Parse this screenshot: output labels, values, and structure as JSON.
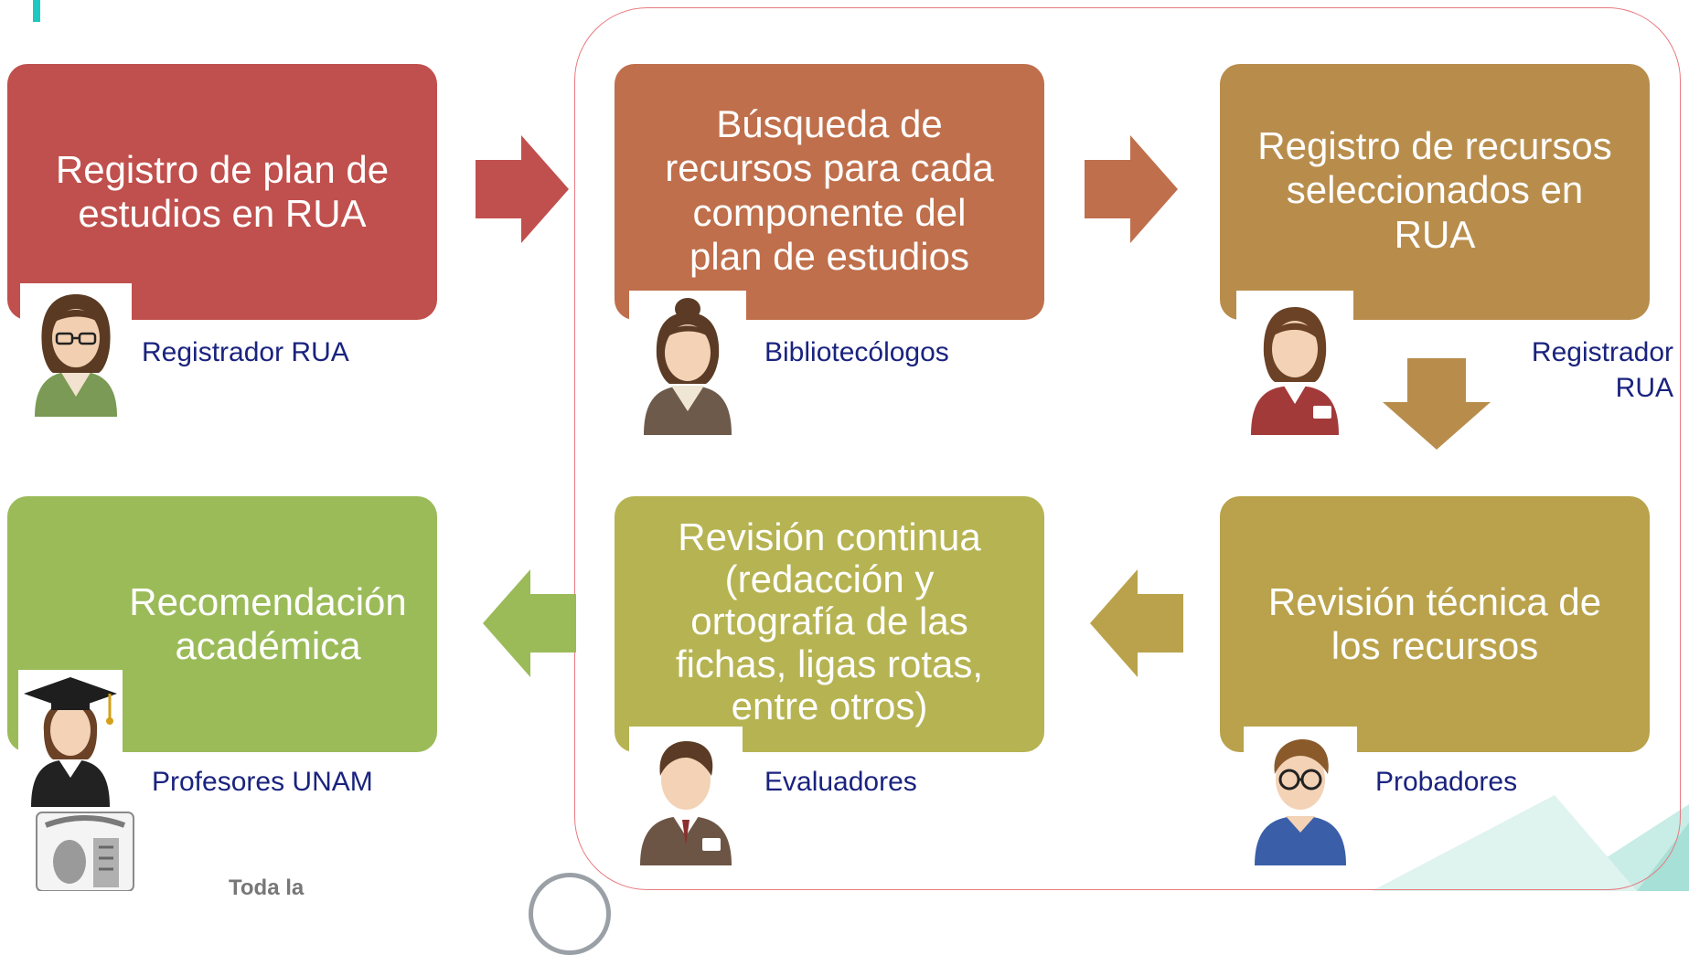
{
  "colors": {
    "step1": "#c0504d",
    "step2": "#bf6f4b",
    "step3": "#b88d4c",
    "step4": "#b9a24b",
    "step5": "#b6b352",
    "step6": "#9bbb59",
    "frame": "#e87a80",
    "role_text": "#1a237e",
    "accent": "#1fc8c0"
  },
  "steps": [
    {
      "id": "registro-plan",
      "label_lines": [
        "Registro de plan de",
        "estudios en RUA"
      ],
      "role": "Registrador RUA",
      "icon": "woman-glasses-icon"
    },
    {
      "id": "busqueda-recursos",
      "label_lines": [
        "Búsqueda de",
        "recursos para cada",
        "componente del",
        "plan de estudios"
      ],
      "role": "Bibliotecólogos",
      "icon": "woman-bun-icon"
    },
    {
      "id": "registro-recursos",
      "label_lines": [
        "Registro de recursos",
        "seleccionados en",
        "RUA"
      ],
      "role_lines": [
        "Registrador",
        "RUA"
      ],
      "icon": "woman-badge-icon"
    },
    {
      "id": "revision-tecnica",
      "label_lines": [
        "Revisión técnica de",
        "los recursos"
      ],
      "role": "Probadores",
      "icon": "man-glasses-icon"
    },
    {
      "id": "revision-continua",
      "label_lines": [
        "Revisión continua",
        "(redacción y",
        "ortografía de las",
        "fichas, ligas rotas,",
        "entre otros)"
      ],
      "role": "Evaluadores",
      "icon": "man-badge-icon"
    },
    {
      "id": "recomendacion",
      "label_lines": [
        "Recomendación",
        "académica"
      ],
      "role": "Profesores UNAM",
      "icon": "graduate-icon"
    }
  ],
  "footer": {
    "seal_icon": "unam-seal-icon",
    "text": "Toda la"
  }
}
